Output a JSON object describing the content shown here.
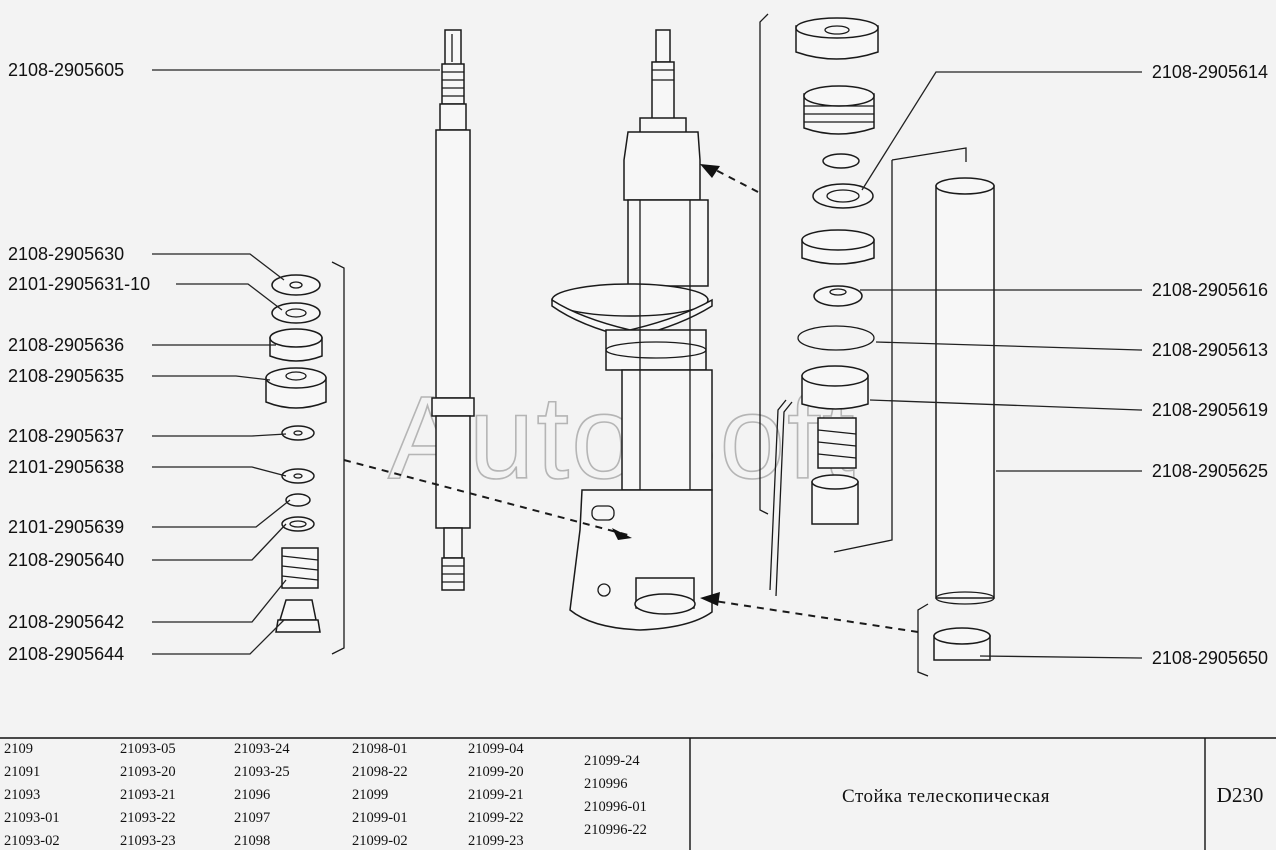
{
  "callouts_left": [
    "2108-2905605",
    "2108-2905630",
    "2101-2905631-10",
    "2108-2905636",
    "2108-2905635",
    "2108-2905637",
    "2101-2905638",
    "2101-2905639",
    "2108-2905640",
    "2108-2905642",
    "2108-2905644"
  ],
  "callouts_right": [
    "2108-2905614",
    "2108-2905616",
    "2108-2905613",
    "2108-2905619",
    "2108-2905625",
    "2108-2905650"
  ],
  "watermark": "AutoSoft",
  "models": [
    [
      "2109",
      "21091",
      "21093",
      "21093-01",
      "21093-02"
    ],
    [
      "21093-05",
      "21093-20",
      "21093-21",
      "21093-22",
      "21093-23"
    ],
    [
      "21093-24",
      "21093-25",
      "21096",
      "21097",
      "21098"
    ],
    [
      "21098-01",
      "21098-22",
      "21099",
      "21099-01",
      "21099-02"
    ],
    [
      "21099-04",
      "21099-20",
      "21099-21",
      "21099-22",
      "21099-23"
    ],
    [
      "21099-24",
      "210996",
      "210996-01",
      "210996-22"
    ]
  ],
  "title": "Стойка телескопическая",
  "page_code": "D230"
}
